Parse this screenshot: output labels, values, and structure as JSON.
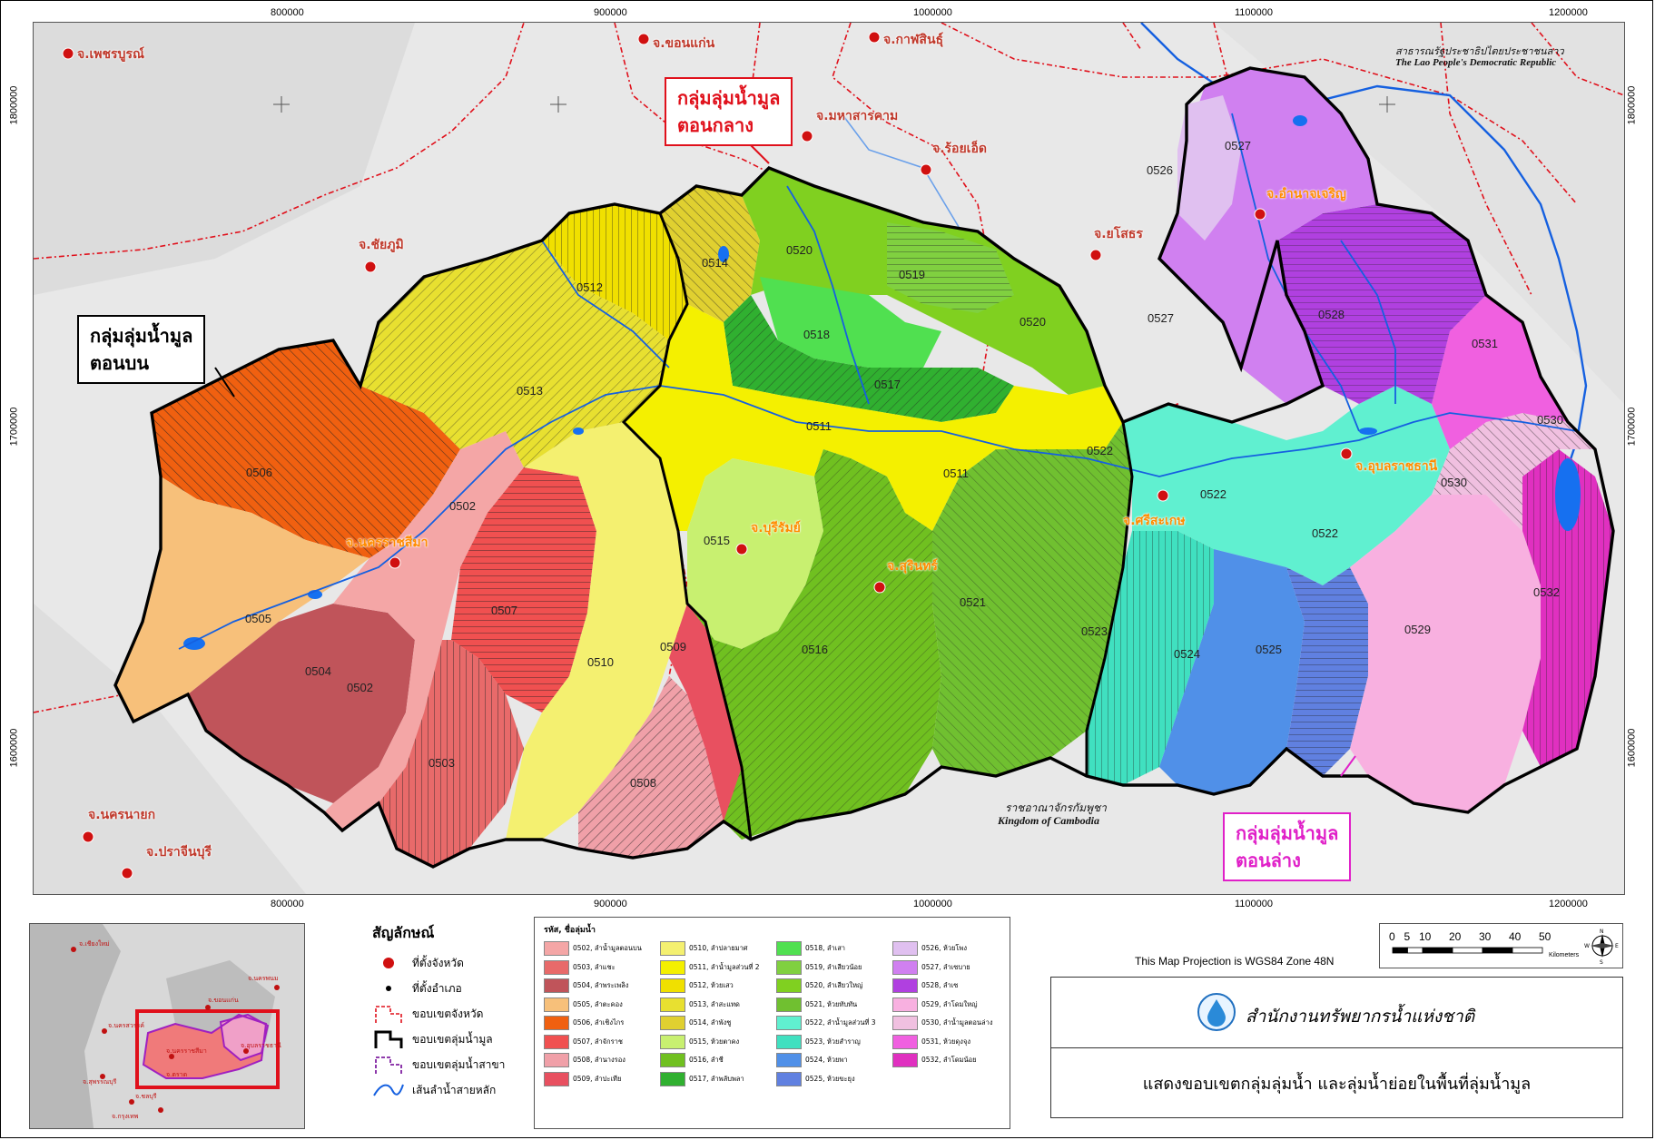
{
  "grid": {
    "x_ticks": [
      "800000",
      "900000",
      "1000000",
      "1100000",
      "1200000"
    ],
    "y_ticks": [
      "1800000",
      "1700000",
      "1600000"
    ]
  },
  "countries": {
    "laos_th": "สาธารณรัฐประชาธิปไตยประชาชนลาว",
    "laos_en": "The Lao People's Democratic Republic",
    "cambodia_th": "ราชอาณาจักรกัมพูชา",
    "cambodia_en": "Kingdom of Cambodia"
  },
  "callouts": {
    "upper": [
      "กลุ่มลุ่มน้ำมูล",
      "ตอนบน"
    ],
    "middle": [
      "กลุ่มลุ่มน้ำมูล",
      "ตอนกลาง"
    ],
    "lower": [
      "กลุ่มลุ่มน้ำมูล",
      "ตอนล่าง"
    ]
  },
  "provinces": [
    "จ.เพชรบูรณ์",
    "จ.ขอนแก่น",
    "จ.กาฬสินธุ์",
    "จ.มหาสารคาม",
    "จ.ร้อยเอ็ด",
    "จ.ชัยภูมิ",
    "จ.ยโสธร",
    "จ.อำนาจเจริญ",
    "จ.นครราชสีมา",
    "จ.บุรีรัมย์",
    "จ.สุรินทร์",
    "จ.ศรีสะเกษ",
    "จ.อุบลราชธานี",
    "จ.นครนายก",
    "จ.ปราจีนบุรี"
  ],
  "basin_codes": [
    "0502",
    "0503",
    "0504",
    "0505",
    "0506",
    "0507",
    "0508",
    "0509",
    "0510",
    "0511",
    "0512",
    "0513",
    "0514",
    "0515",
    "0516",
    "0517",
    "0518",
    "0519",
    "0520",
    "0521",
    "0522",
    "0523",
    "0524",
    "0525",
    "0526",
    "0527",
    "0528",
    "0529",
    "0530",
    "0531",
    "0532"
  ],
  "legend_symbols": {
    "title": "สัญลักษณ์",
    "items": [
      "ที่ตั้งจังหวัด",
      "ที่ตั้งอำเภอ",
      "ขอบเขตจังหวัด",
      "ขอบเขตลุ่มน้ำมูล",
      "ขอบเขตลุ่มน้ำสาขา",
      "เส้นลำน้ำสายหลัก"
    ]
  },
  "legend_basins": {
    "title": "รหัส, ชื่อลุ่มน้ำ",
    "items": [
      {
        "label": "0502, ลำน้ำมูลตอนบน",
        "color": "#f4a6a6"
      },
      {
        "label": "0503, ลำแชะ",
        "color": "#e86a6a"
      },
      {
        "label": "0504, ลำพระเพลิง",
        "color": "#c0545a"
      },
      {
        "label": "0505, ลำตะคอง",
        "color": "#f7c07a"
      },
      {
        "label": "0506, ลำเชิงไกร",
        "color": "#f06010"
      },
      {
        "label": "0507, ลำจักราช",
        "color": "#f05050"
      },
      {
        "label": "0508, ลำนางรอง",
        "color": "#f0a0a8"
      },
      {
        "label": "0509, ลำปะเทีย",
        "color": "#e85060"
      },
      {
        "label": "0510, ลำปลายมาศ",
        "color": "#f4f070"
      },
      {
        "label": "0511, ลำน้ำมูลส่วนที่ 2",
        "color": "#f4f000"
      },
      {
        "label": "0512, ห้วยเสว",
        "color": "#f0e000"
      },
      {
        "label": "0513, ลำสะแทด",
        "color": "#e8e030"
      },
      {
        "label": "0514, ลำพังชู",
        "color": "#e0d030"
      },
      {
        "label": "0515, ห้วยตาคง",
        "color": "#c8f070"
      },
      {
        "label": "0516, ลำชี",
        "color": "#70c020"
      },
      {
        "label": "0517, ลำพลับพลา",
        "color": "#30b030"
      },
      {
        "label": "0518, ลำเสา",
        "color": "#50e050"
      },
      {
        "label": "0519, ลำเสียวน้อย",
        "color": "#80d040"
      },
      {
        "label": "0520, ลำเสียวใหญ่",
        "color": "#80d020"
      },
      {
        "label": "0521, ห้วยทับทัน",
        "color": "#70c030"
      },
      {
        "label": "0522, ลำน้ำมูลส่วนที่ 3",
        "color": "#60f0d0"
      },
      {
        "label": "0523, ห้วยสำราญ",
        "color": "#40e0c0"
      },
      {
        "label": "0524, ห้วยพา",
        "color": "#5090e8"
      },
      {
        "label": "0525, ห้วยขะยุง",
        "color": "#6080e0"
      },
      {
        "label": "0526, ห้วยโพง",
        "color": "#e0c0f0"
      },
      {
        "label": "0527, ลำเซบาย",
        "color": "#d080f0"
      },
      {
        "label": "0528, ลำเซ",
        "color": "#b040e0"
      },
      {
        "label": "0529, ลำโดมใหญ่",
        "color": "#f8b0e0"
      },
      {
        "label": "0530, ลำน้ำมูลตอนล่าง",
        "color": "#f0c0e0"
      },
      {
        "label": "0531, ห้วยดุงจุง",
        "color": "#f060e0"
      },
      {
        "label": "0532, ลำโดมน้อย",
        "color": "#e030c0"
      }
    ]
  },
  "scalebar": {
    "labels": [
      "0",
      "5",
      "10",
      "20",
      "30",
      "40",
      "50"
    ],
    "unit": "Kilometers",
    "compass": [
      "N",
      "E",
      "S",
      "W"
    ]
  },
  "projection": "This Map Projection is WGS84 Zone 48N",
  "title_box": {
    "org": "สำนักงานทรัพยากรน้ำแห่งชาติ",
    "title": "แสดงขอบเขตกลุ่มลุ่มน้ำ และลุ่มน้ำย่อยในพื้นที่ลุ่มน้ำมูล"
  },
  "inset": {
    "provinces": [
      "จ.เชียงใหม่",
      "จ.นครพนม",
      "จ.ขอนแก่น",
      "จ.นครสวรรค์",
      "จ.นครราชสีมา",
      "จ.อุบลราชธานี",
      "จ.สุพรรณบุรี",
      "จ.ชลบุรี",
      "จ.ตราด",
      "จ.กรุงเทพ"
    ]
  }
}
